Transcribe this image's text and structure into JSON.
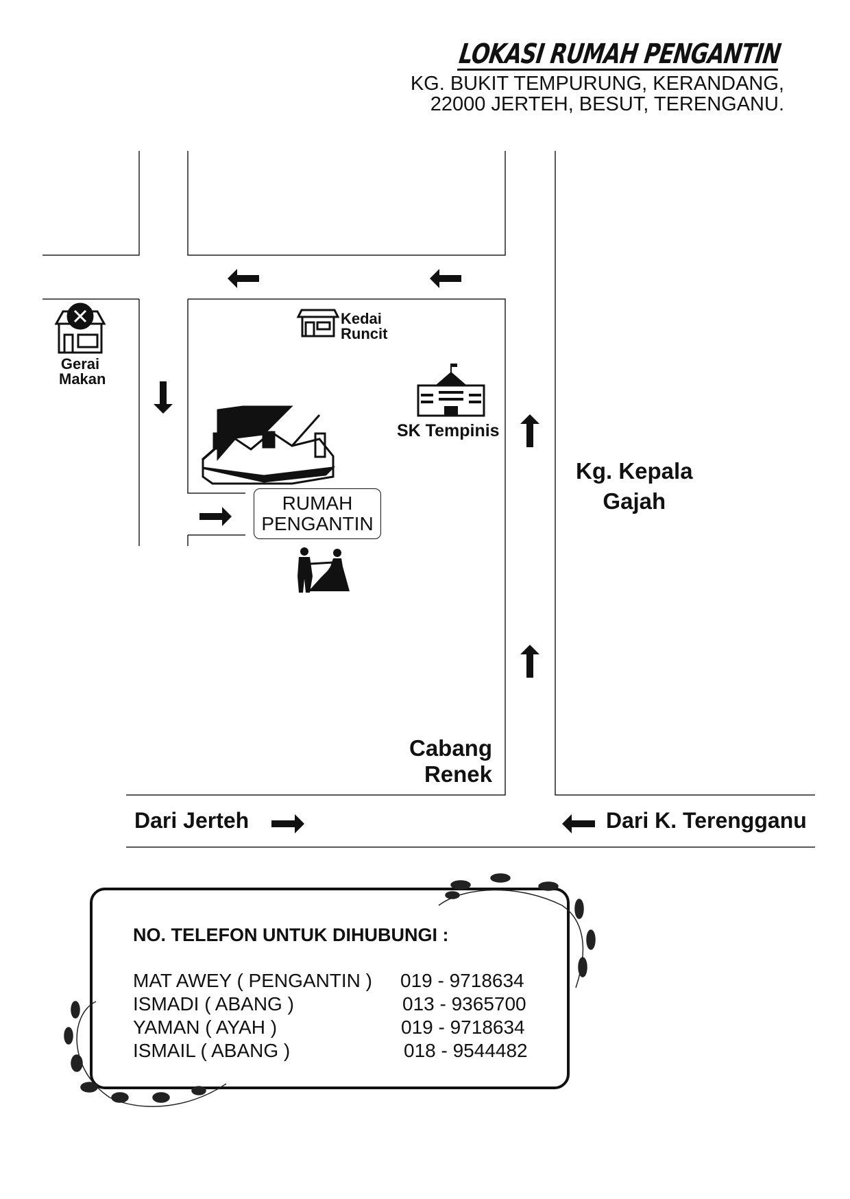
{
  "title": "LOKASI RUMAH PENGANTIN",
  "address": [
    "KG. BUKIT TEMPURUNG, KERANDANG,",
    "22000 JERTEH, BESUT, TERENGANU."
  ],
  "landmarks": {
    "gerai_makan": [
      "Gerai",
      "Makan"
    ],
    "kedai_runcit": [
      "Kedai",
      "Runcit"
    ],
    "sk_tempinis": "SK Tempinis",
    "kg_kepala_gajah": [
      "Kg. Kepala",
      "Gajah"
    ],
    "rumah_pengantin": [
      "RUMAH",
      "PENGANTIN"
    ],
    "cabang_renek": [
      "Cabang",
      "Renek"
    ],
    "dari_jerteh": "Dari Jerteh",
    "dari_terengganu": "Dari K. Terengganu"
  },
  "contacts": {
    "heading": "NO. TELEFON UNTUK DIHUBUNGI :",
    "rows": [
      {
        "name": "MAT AWEY ( PENGANTIN )",
        "phone": "019 - 9718634"
      },
      {
        "name": "ISMADI ( ABANG )",
        "phone": "013 - 9365700"
      },
      {
        "name": "YAMAN ( AYAH )",
        "phone": "019 - 9718634"
      },
      {
        "name": "ISMAIL ( ABANG )",
        "phone": "018 - 9544482"
      }
    ]
  }
}
